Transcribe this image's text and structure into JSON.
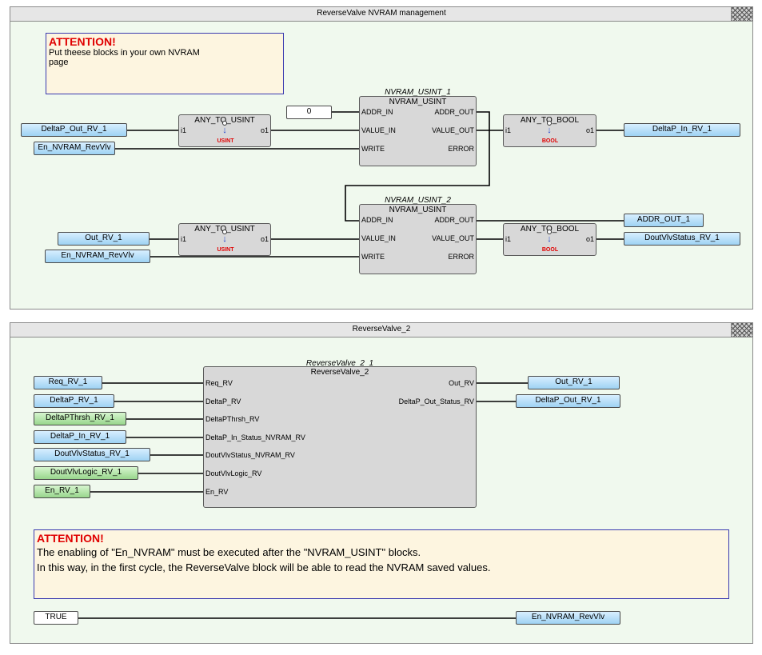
{
  "panel_nvram": {
    "title": "ReverseValve NVRAM management",
    "note": {
      "heading": "ATTENTION!",
      "line1": "Put theese blocks in your own NVRAM",
      "line2": "page"
    },
    "nvram1": {
      "instance": "NVRAM_USINT_1",
      "type": "NVRAM_USINT",
      "in1": "ADDR_IN",
      "in2": "VALUE_IN",
      "in3": "WRITE",
      "out1": "ADDR_OUT",
      "out2": "VALUE_OUT",
      "out3": "ERROR"
    },
    "nvram2": {
      "instance": "NVRAM_USINT_2",
      "type": "NVRAM_USINT",
      "in1": "ADDR_IN",
      "in2": "VALUE_IN",
      "in3": "WRITE",
      "out1": "ADDR_OUT",
      "out2": "VALUE_OUT",
      "out3": "ERROR"
    },
    "conv1": {
      "name": "ANY_TO_USINT",
      "mark": "USINT",
      "in": "i1",
      "out": "o1"
    },
    "conv2": {
      "name": "ANY_TO_BOOL",
      "mark": "BOOL",
      "in": "i1",
      "out": "o1"
    },
    "conv3": {
      "name": "ANY_TO_USINT",
      "mark": "USINT",
      "in": "i1",
      "out": "o1"
    },
    "conv4": {
      "name": "ANY_TO_BOOL",
      "mark": "BOOL",
      "in": "i1",
      "out": "o1"
    },
    "vars": {
      "const0": "0",
      "deltap_out": "DeltaP_Out_RV_1",
      "en_nvram_1": "En_NVRAM_RevVlv",
      "deltap_in": "DeltaP_In_RV_1",
      "out_rv": "Out_RV_1",
      "en_nvram_2": "En_NVRAM_RevVlv",
      "addr_out": "ADDR_OUT_1",
      "doutvlvstatus": "DoutVlvStatus_RV_1"
    }
  },
  "panel_rv": {
    "title": "ReverseValve_2",
    "block": {
      "instance": "ReverseValve_2_1",
      "type": "ReverseValve_2",
      "inputs": [
        "Req_RV",
        "DeltaP_RV",
        "DeltaPThrsh_RV",
        "DeltaP_In_Status_NVRAM_RV",
        "DoutVlvStatus_NVRAM_RV",
        "DoutVlvLogic_RV",
        "En_RV"
      ],
      "outputs": [
        "Out_RV",
        "DeltaP_Out_Status_RV"
      ]
    },
    "in_vars": [
      "Req_RV_1",
      "DeltaP_RV_1",
      "DeltaPThrsh_RV_1",
      "DeltaP_In_RV_1",
      "DoutVlvStatus_RV_1",
      "DoutVlvLogic_RV_1",
      "En_RV_1"
    ],
    "out_vars": [
      "Out_RV_1",
      "DeltaP_Out_RV_1"
    ],
    "note": {
      "heading": "ATTENTION!",
      "line1": "The enabling of \"En_NVRAM\" must be executed after the \"NVRAM_USINT\" blocks.",
      "line2": "In this way, in the first cycle, the ReverseValve block will be able to read the NVRAM saved values."
    },
    "true_const": "TRUE",
    "en_nvram": "En_NVRAM_RevVlv"
  },
  "colors": {
    "panel_bg": "#f0f9ee",
    "note_bg": "#fdf5e0",
    "note_border": "#3a3ab0",
    "var_blue": "#9ed2f3",
    "var_green": "#98d68c",
    "block_bg": "#d8d8d8",
    "alert": "#e00000"
  }
}
